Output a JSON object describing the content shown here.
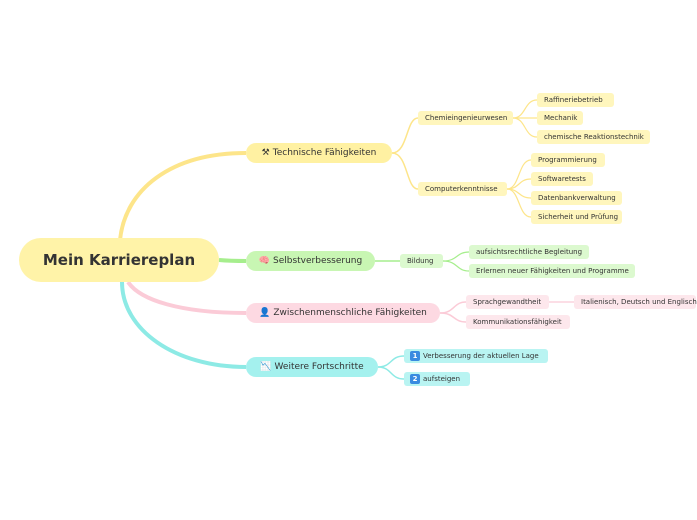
{
  "root": {
    "label": "Mein Karriereplan"
  },
  "branches": [
    {
      "label": "Technische Fähigkeiten",
      "icon": "⚒",
      "icon_name": "hammer-pick-icon",
      "children": [
        {
          "label": "Chemieingenieurwesen",
          "children": [
            "Raffineriebetrieb",
            "Mechanik",
            "chemische Reaktionstechnik"
          ]
        },
        {
          "label": "Computerkenntnisse",
          "children": [
            "Programmierung",
            "Softwaretests",
            "Datenbankverwaltung",
            "Sicherheit und Prüfung"
          ]
        }
      ]
    },
    {
      "label": "Selbstverbesserung",
      "icon": "🧠",
      "icon_name": "brain-icon",
      "children": [
        {
          "label": "Bildung",
          "children": [
            "aufsichtsrechtliche Begleitung",
            "Erlernen neuer Fähigkeiten und Programme"
          ]
        }
      ]
    },
    {
      "label": "Zwischenmenschliche Fähigkeiten",
      "icon": "👤",
      "icon_name": "person-icon",
      "children": [
        {
          "label": "Sprachgewandtheit",
          "children": [
            "Italienisch, Deutsch und Englisch"
          ]
        },
        {
          "label": "Kommunikationsfähigkeit",
          "children": []
        }
      ]
    },
    {
      "label": "Weitere Fortschritte",
      "icon": "📉",
      "icon_name": "chart-icon",
      "children": [
        {
          "label": "Verbesserung der aktuellen Lage",
          "number": "1"
        },
        {
          "label": "aufsteigen",
          "number": "2"
        }
      ]
    }
  ],
  "colors": {
    "yellow": "#fde58a",
    "green": "#a6ee8d",
    "pink": "#fbcbd7",
    "cyan": "#8deae5"
  }
}
